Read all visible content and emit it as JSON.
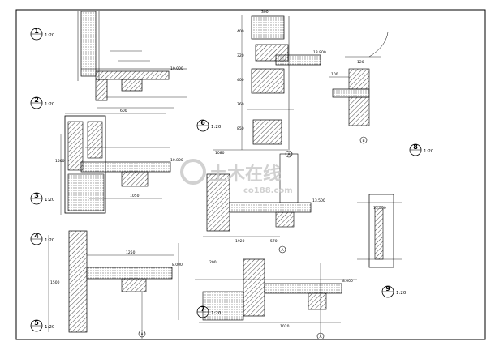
{
  "drawing": {
    "title_marks": [
      {
        "id": "m1",
        "number": "1",
        "scale": "1:20"
      },
      {
        "id": "m2",
        "number": "2",
        "scale": "1:20"
      },
      {
        "id": "m3",
        "number": "3",
        "scale": "1:20"
      },
      {
        "id": "m4",
        "number": "4",
        "scale": "1:20"
      },
      {
        "id": "m5",
        "number": "5",
        "scale": "1:20"
      },
      {
        "id": "m6",
        "number": "6",
        "scale": "1:20"
      },
      {
        "id": "m7",
        "number": "7",
        "scale": "1:20"
      },
      {
        "id": "m8",
        "number": "8",
        "scale": "1:20"
      },
      {
        "id": "m9",
        "number": "9",
        "scale": "1:20"
      }
    ],
    "axis_marks": [
      "A",
      "A",
      "A",
      "B",
      "A"
    ],
    "elevations": [
      "10.000",
      "10.800",
      "13.800",
      "13.500",
      "8.000",
      "8.000",
      "13.500"
    ],
    "dimensions": [
      "600",
      "1050",
      "1250",
      "1500",
      "1920",
      "1080",
      "1020",
      "1500",
      "400",
      "400",
      "320",
      "760",
      "850",
      "300",
      "200",
      "120",
      "100",
      "570"
    ],
    "watermark": {
      "main": "土木在线",
      "sub": "co188.com"
    },
    "colors": {
      "line": "#000000",
      "hatch": "#000000",
      "watermark": "#c9c9c9",
      "paper": "#ffffff"
    }
  }
}
